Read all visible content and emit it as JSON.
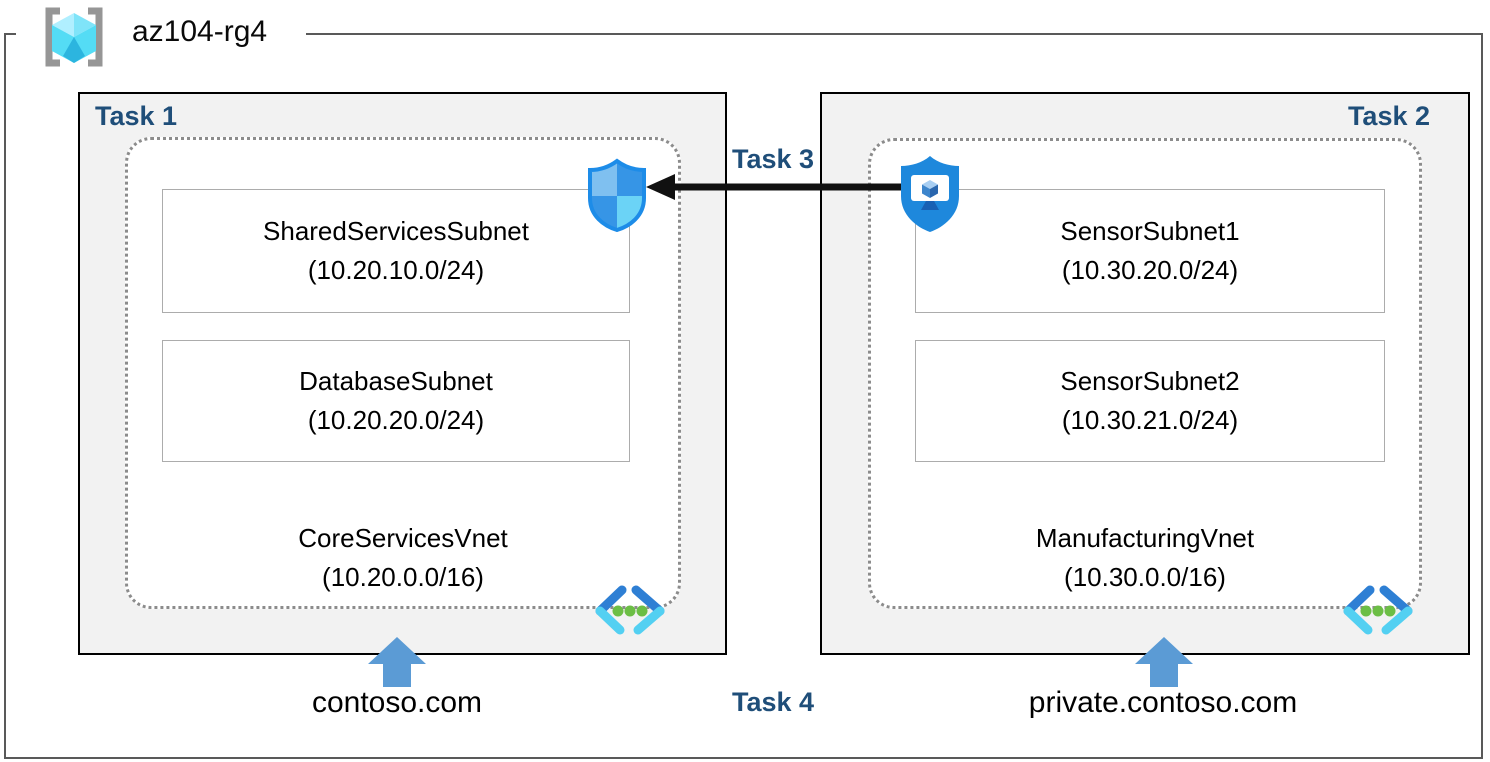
{
  "diagram": {
    "resource_group": {
      "name": "az104-rg4"
    },
    "task_labels": {
      "task1": "Task 1",
      "task2": "Task 2",
      "task3": "Task 3",
      "task4": "Task 4"
    },
    "vnet_left": {
      "name": "CoreServicesVnet",
      "cidr": "(10.20.0.0/16)",
      "dns": "contoso.com",
      "subnets": [
        {
          "name": "SharedServicesSubnet",
          "cidr": "(10.20.10.0/24)"
        },
        {
          "name": "DatabaseSubnet",
          "cidr": "(10.20.20.0/24)"
        }
      ]
    },
    "vnet_right": {
      "name": "ManufacturingVnet",
      "cidr": "(10.30.0.0/16)",
      "dns": "private.contoso.com",
      "subnets": [
        {
          "name": "SensorSubnet1",
          "cidr": "(10.30.20.0/24)"
        },
        {
          "name": "SensorSubnet2",
          "cidr": "(10.30.21.0/24)"
        }
      ]
    },
    "icons": {
      "resource_group": "resource-group-icon",
      "nsg": "network-security-group-shield-icon",
      "asg": "application-security-group-shield-icon",
      "vnet": "virtual-network-icon",
      "dns_arrow": "up-arrow-icon",
      "task3_arrow": "left-arrow-icon"
    },
    "colors": {
      "task_label": "#1F4E79",
      "box_fill": "#F2F2F2",
      "box_border": "#000000",
      "rg_border": "#595959",
      "dotted_border": "#8C8C8C",
      "subnet_border": "#ACACAC",
      "up_arrow": "#5B9BD5",
      "nsg_outline": "#1D8CE8",
      "shield_fill": "#1E88DC",
      "chevron_blue": "#2E7FD4",
      "chevron_cyan": "#53D0F2",
      "green_dot": "#6CBE45",
      "cube_cyan": "#54DCF5"
    }
  }
}
